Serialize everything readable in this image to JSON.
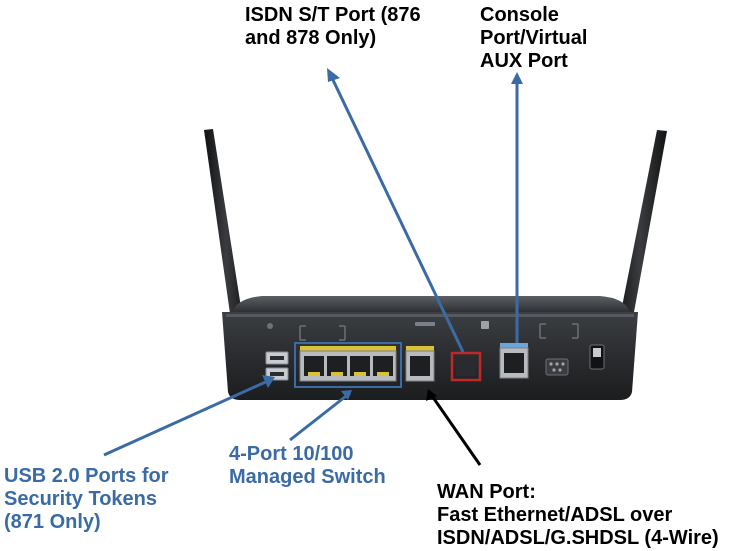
{
  "colors": {
    "callout_blue": "#3a6ba5",
    "callout_black": "#000000",
    "highlight_red": "#c0282a",
    "highlight_blue": "#3a6ba5"
  },
  "labels": {
    "isdn": [
      "ISDN S/T Port (876",
      "and 878 Only)"
    ],
    "console": [
      "Console",
      "Port/Virtual",
      "AUX Port"
    ],
    "usb": [
      "USB 2.0 Ports for",
      "Security Tokens",
      "(871 Only)"
    ],
    "switch": [
      "4-Port 10/100",
      "Managed Switch"
    ],
    "wan": [
      "WAN Port:",
      "Fast Ethernet/ADSL over",
      "ISDN/ADSL/G.SHDSL (4-Wire)"
    ]
  }
}
